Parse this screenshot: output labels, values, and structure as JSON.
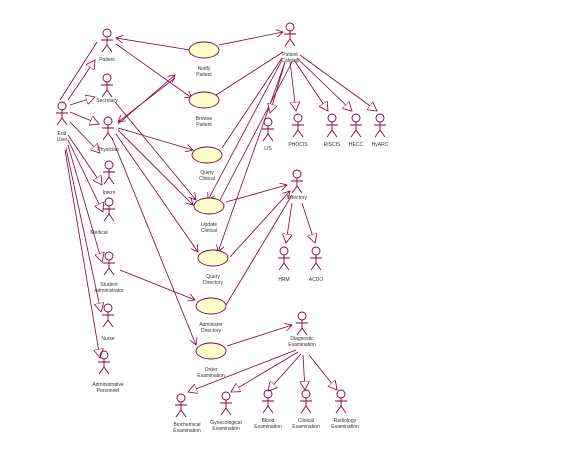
{
  "actors": {
    "end_user": "End User",
    "patient": "Patient",
    "secretary": "Secretary",
    "physician": "Physician",
    "intern": "Intern",
    "medical": "Medical",
    "student_administrator": "Student Administrator",
    "nurse": "Nurse",
    "administrative_personnel": "Administrative Personnel",
    "patient_catalog": "Patient Catalog",
    "lis": "LIS",
    "phocis": "PHOCIS",
    "ris_cis": "RISCIS",
    "hecc": "HECC",
    "hyarc": "HyARC",
    "directory": "Directory",
    "hrm": "HRM",
    "acdo": "ACDO",
    "diagnostic_examination": "Diagnostic Examination",
    "biochemical_examination": "Biochemical Examination",
    "gynecological_examination": "Gynecological Examination",
    "blood_examination": "Blood Examination",
    "clinical_examination": "Clinical Examination",
    "radiology_examination": "Radiology Examination"
  },
  "use_cases": {
    "notify_patient": "Notify Patient",
    "browse_patient": "Browse Patient",
    "query_clinical": "Query Clinical",
    "update_clinical": "Update Clinical",
    "query_directory": "Query Directory",
    "administer_directory": "Administer Directory",
    "order_examination": "Order Examination"
  },
  "colors": {
    "line": "#800040",
    "usecase_fill": "#ffffcc",
    "text": "#333333"
  }
}
